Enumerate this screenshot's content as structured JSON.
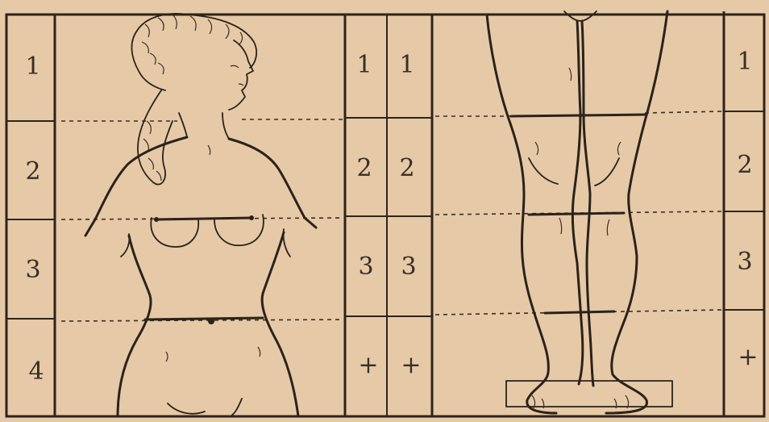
{
  "scale_columns": [
    {
      "id": "left-outer",
      "labels": [
        "1",
        "2",
        "3",
        "4"
      ]
    },
    {
      "id": "mid-left",
      "labels": [
        "1",
        "2",
        "3",
        "+"
      ]
    },
    {
      "id": "mid-right",
      "labels": [
        "1",
        "2",
        "3",
        "+"
      ]
    },
    {
      "id": "right-outer",
      "labels": [
        "1",
        "2",
        "3",
        "+"
      ]
    }
  ],
  "figures": [
    {
      "name": "torso-figure",
      "icon": "torso-illustration"
    },
    {
      "name": "legs-figure",
      "icon": "legs-illustration"
    }
  ],
  "colors": {
    "paper": "#e6c9a6",
    "ink": "#2d241c"
  }
}
